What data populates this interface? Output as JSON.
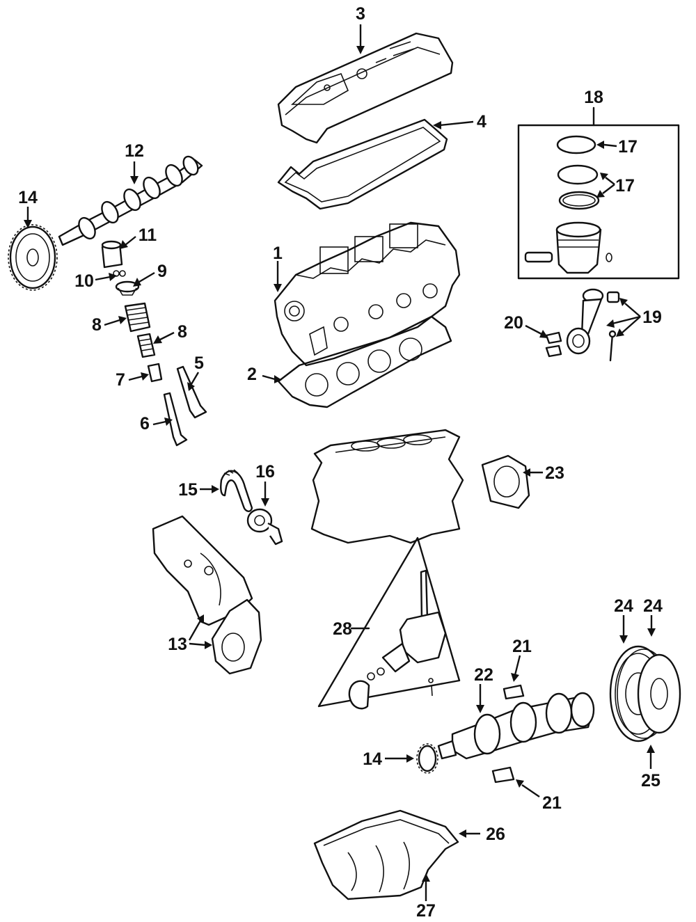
{
  "callouts": [
    {
      "id": "1",
      "label": "1"
    },
    {
      "id": "2",
      "label": "2"
    },
    {
      "id": "3",
      "label": "3"
    },
    {
      "id": "4",
      "label": "4"
    },
    {
      "id": "5",
      "label": "5"
    },
    {
      "id": "6",
      "label": "6"
    },
    {
      "id": "7",
      "label": "7"
    },
    {
      "id": "8a",
      "label": "8"
    },
    {
      "id": "8b",
      "label": "8"
    },
    {
      "id": "9",
      "label": "9"
    },
    {
      "id": "10",
      "label": "10"
    },
    {
      "id": "11",
      "label": "11"
    },
    {
      "id": "12",
      "label": "12"
    },
    {
      "id": "13",
      "label": "13"
    },
    {
      "id": "14a",
      "label": "14"
    },
    {
      "id": "14b",
      "label": "14"
    },
    {
      "id": "15",
      "label": "15"
    },
    {
      "id": "16",
      "label": "16"
    },
    {
      "id": "17a",
      "label": "17"
    },
    {
      "id": "17b",
      "label": "17"
    },
    {
      "id": "18",
      "label": "18"
    },
    {
      "id": "19",
      "label": "19"
    },
    {
      "id": "20",
      "label": "20"
    },
    {
      "id": "21a",
      "label": "21"
    },
    {
      "id": "21b",
      "label": "21"
    },
    {
      "id": "22",
      "label": "22"
    },
    {
      "id": "23",
      "label": "23"
    },
    {
      "id": "24a",
      "label": "24"
    },
    {
      "id": "24b",
      "label": "24"
    },
    {
      "id": "25",
      "label": "25"
    },
    {
      "id": "26",
      "label": "26"
    },
    {
      "id": "27",
      "label": "27"
    },
    {
      "id": "28",
      "label": "28"
    }
  ]
}
